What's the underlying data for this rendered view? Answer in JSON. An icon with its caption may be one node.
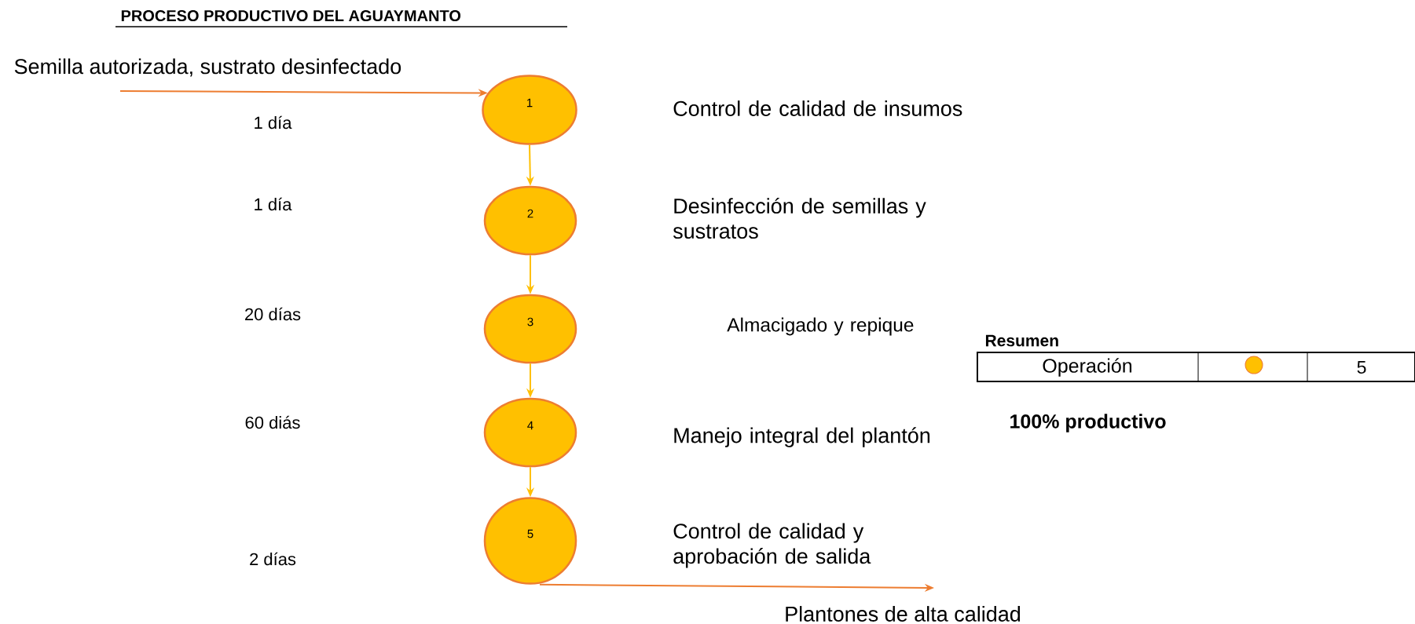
{
  "diagram": {
    "title": "PROCESO PRODUCTIVO DEL AGUAYMANTO",
    "nodes": [
      {
        "text": [
          "1"
        ]
      },
      {
        "text": [
          "2"
        ]
      },
      {
        "text": [
          "3"
        ]
      },
      {
        "text": [
          "4"
        ]
      },
      {
        "text": [
          "5"
        ]
      }
    ],
    "edges": [
      {
        "from": null,
        "to": 0,
        "arrow": "to",
        "label": "Semilla autorizada, sustrato desinfectado",
        "color": "#ed7d31"
      },
      {
        "from": 0,
        "to": 1,
        "arrow": "to"
      },
      {
        "from": 1,
        "to": 2,
        "arrow": "to"
      },
      {
        "from": 2,
        "to": 3,
        "arrow": "to"
      },
      {
        "from": 3,
        "to": 4,
        "arrow": "to"
      },
      {
        "from": 4,
        "to": null,
        "arrow": "to",
        "label": "Plantones de alta calidad",
        "color": "#ed7d31"
      }
    ],
    "labels": [
      "1 día",
      "Control de calidad de insumos",
      "1 día",
      "Desinfección de semillas y sustratos",
      "20 días",
      "Almacigado y repique",
      "Resumen",
      "Operación",
      "5",
      "60 diás",
      "Manejo integral del plantón",
      "100% productivo",
      "2 días",
      "Control de calidad y aprobación de salida"
    ]
  }
}
